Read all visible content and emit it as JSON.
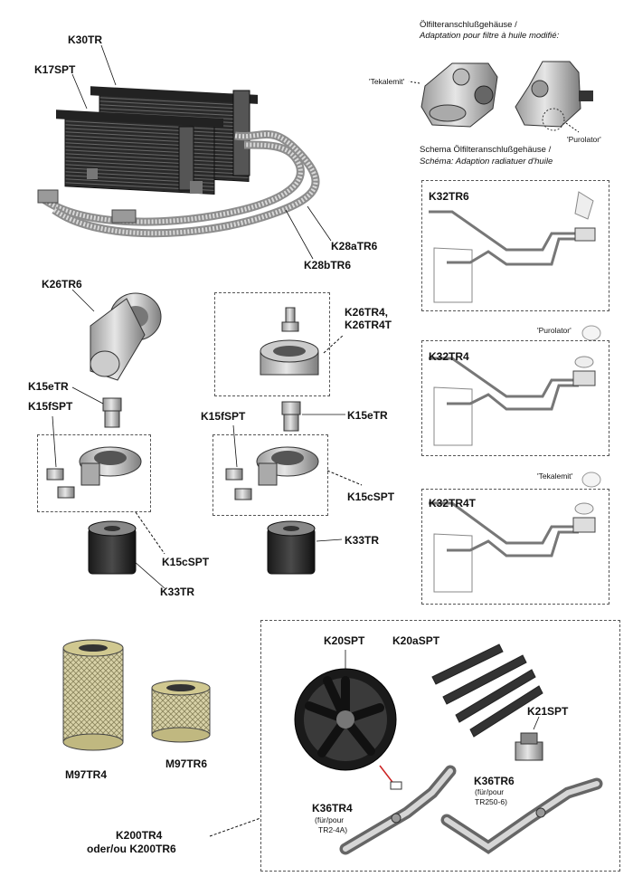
{
  "labels": {
    "k30tr": "K30TR",
    "k17spt": "K17SPT",
    "k28atr6": "K28aTR6",
    "k28btr6": "K28bTR6",
    "k26tr6": "K26TR6",
    "k26tr4_line1": "K26TR4,",
    "k26tr4_line2": "K26TR4T",
    "k15etr_left": "K15eTR",
    "k15fspt_left": "K15fSPT",
    "k15etr_mid": "K15eTR",
    "k15fspt_mid": "K15fSPT",
    "k15cspt_mid": "K15cSPT",
    "k15cspt_left": "K15cSPT",
    "k33tr_left": "K33TR",
    "k33tr_mid": "K33TR",
    "k32tr6": "K32TR6",
    "k32tr4": "K32TR4",
    "k32tr4t": "K32TR4T",
    "m97tr4": "M97TR4",
    "m97tr6": "M97TR6",
    "k200_line1": "K200TR4",
    "k200_line2": "oder/ou K200TR6",
    "k20spt": "K20SPT",
    "k20aspt": "K20aSPT",
    "k21spt": "K21SPT",
    "k36tr4": "K36TR4",
    "k36tr4_note1": "(für/pour",
    "k36tr4_note2": "TR2-4A)",
    "k36tr6": "K36TR6",
    "k36tr6_note1": "(für/pour",
    "k36tr6_note2": "TR250-6)"
  },
  "headers": {
    "filter_housing_de": "Ölfilteranschlußgehäuse /",
    "filter_housing_fr": "Adaptation pour filtre à huile modifié:",
    "schema_de": "Schema Ölfilteranschlußgehäuse  /",
    "schema_fr": "Schéma: Adaption radiatuer d'huile"
  },
  "callouts": {
    "tekalemit_top": "'Tekalemit'",
    "purolator_top": "'Purolator'",
    "purolator_mid": "'Purolator'",
    "tekalemit_mid": "'Tekalemit'"
  }
}
